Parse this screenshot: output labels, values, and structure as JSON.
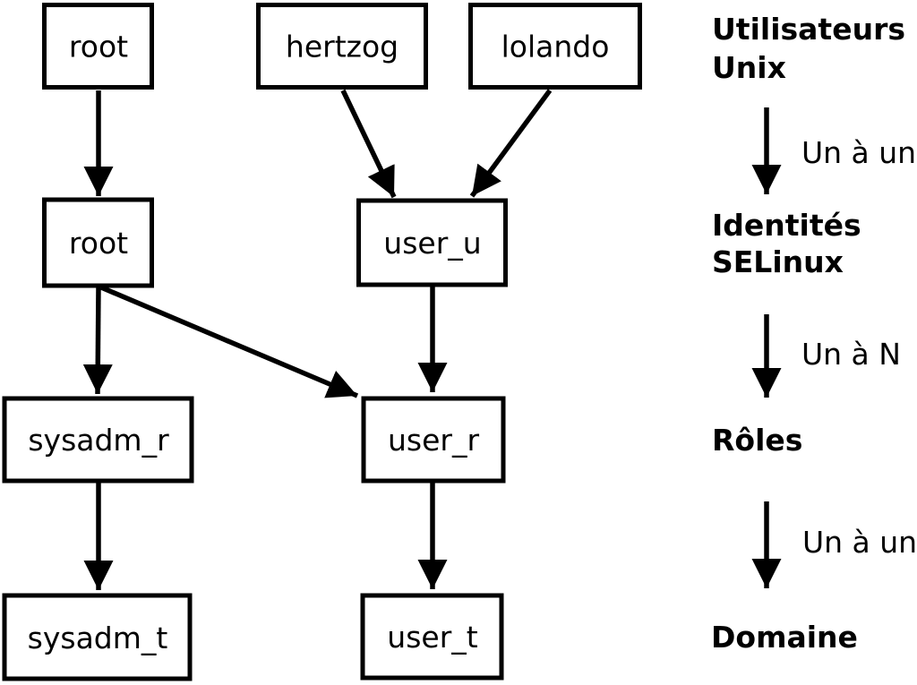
{
  "page": {
    "background_color": "#ffffff",
    "foreground_color": "#000000"
  },
  "diagram": {
    "nodes": {
      "unix_root": "root",
      "unix_hertzog": "hertzog",
      "unix_lolando": "lolando",
      "selinux_root": "root",
      "selinux_user_u": "user_u",
      "role_sysadm_r": "sysadm_r",
      "role_user_r": "user_r",
      "domain_sysadm_t": "sysadm_t",
      "domain_user_t": "user_t"
    },
    "legend": {
      "level_unix_line1": "Utilisateurs",
      "level_unix_line2": "Unix",
      "arrow1_label": "Un à un",
      "level_selinux_line1": "Identités",
      "level_selinux_line2": "SELinux",
      "arrow2_label": "Un à N",
      "level_roles": "Rôles",
      "arrow3_label": "Un à un",
      "level_domain": "Domaine"
    }
  }
}
